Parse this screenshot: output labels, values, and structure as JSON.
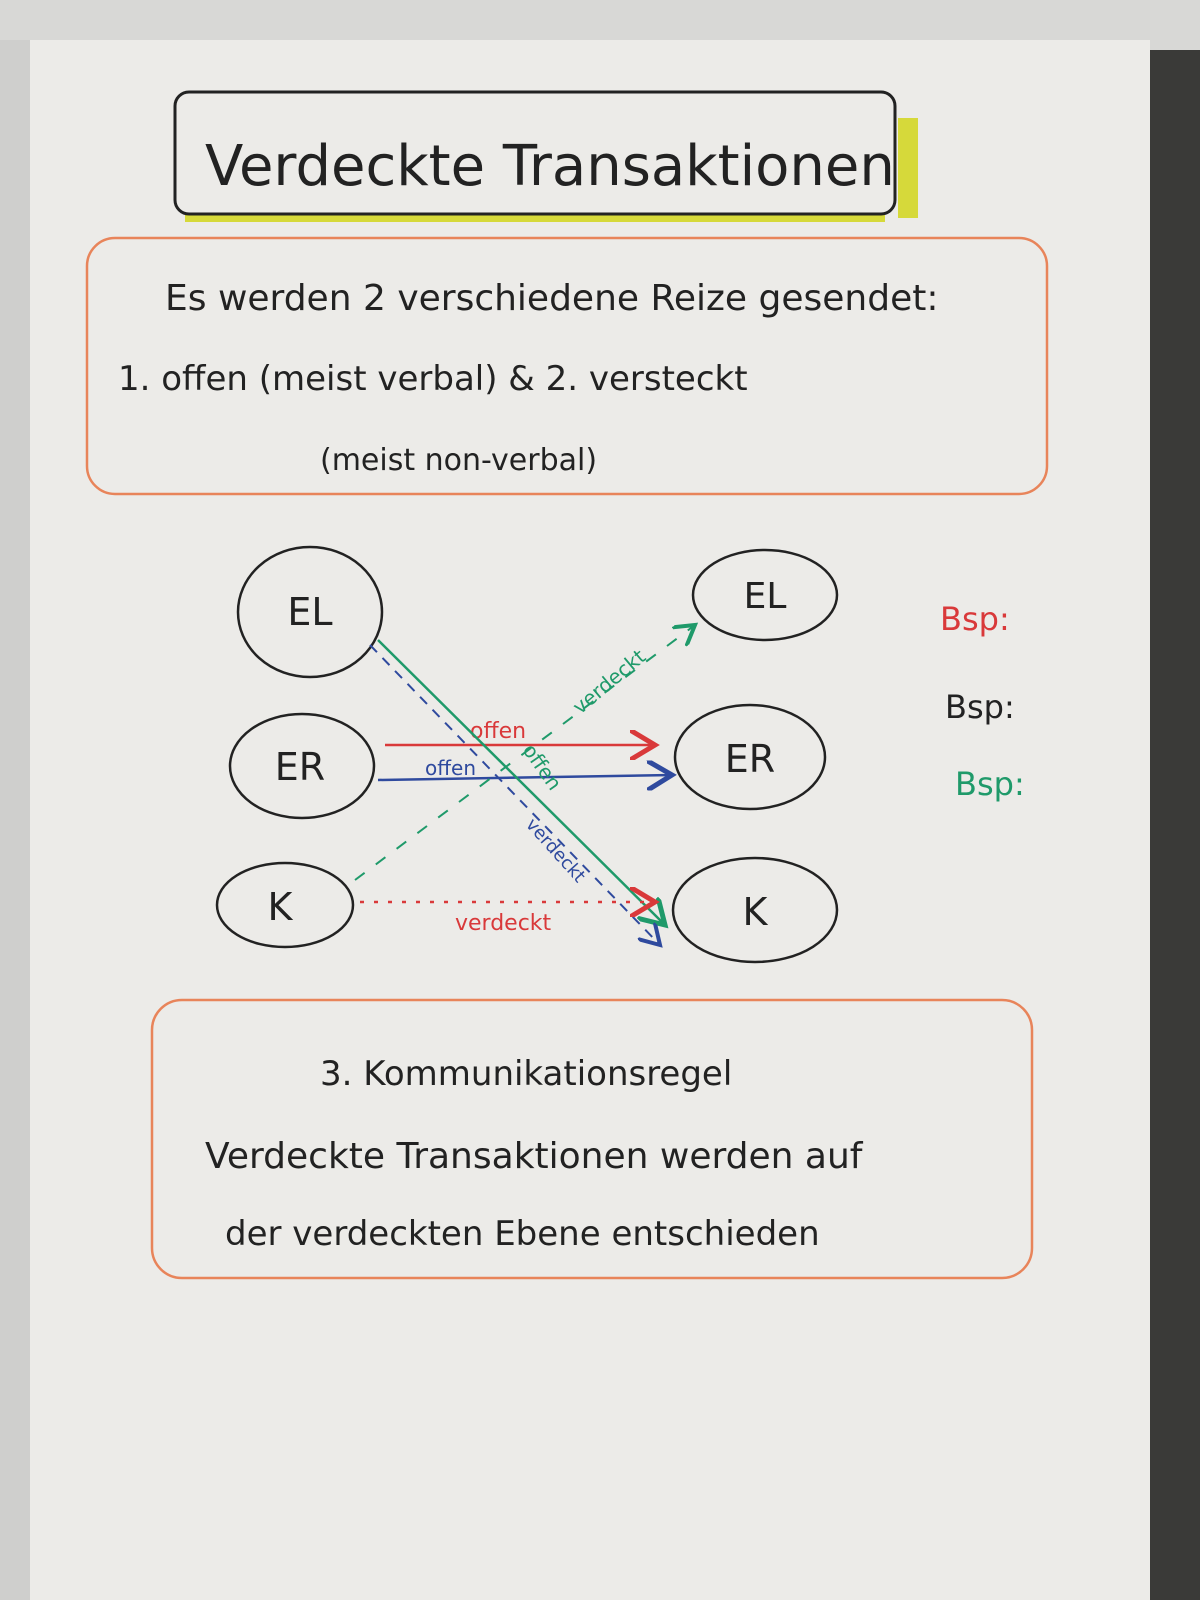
{
  "title": "Verdeckte Transaktionen",
  "intro": {
    "line1": "Es werden 2 verschiedene Reize gesendet:",
    "line2": "1. offen (meist verbal) & 2. versteckt",
    "line3": "(meist non-verbal)"
  },
  "diagram": {
    "left_nodes": [
      "EL",
      "ER",
      "K"
    ],
    "right_nodes": [
      "EL",
      "ER",
      "K"
    ],
    "arrows": [
      {
        "from": "ER",
        "to": "ER",
        "label": "offen",
        "color": "#d9393a",
        "style": "solid"
      },
      {
        "from": "ER",
        "to": "ER",
        "label": "offen",
        "color": "#2f4a9e",
        "style": "solid"
      },
      {
        "from": "EL",
        "to": "K",
        "label": "offen",
        "color": "#1f9a6a",
        "style": "solid"
      },
      {
        "from": "EL",
        "to": "K",
        "label": "verdeckt",
        "color": "#2f4a9e",
        "style": "dashed"
      },
      {
        "from": "K",
        "to": "EL",
        "label": "verdeckt",
        "color": "#1f9a6a",
        "style": "dashed"
      },
      {
        "from": "K",
        "to": "K",
        "label": "verdeckt",
        "color": "#d9393a",
        "style": "dotted"
      }
    ],
    "examples": [
      {
        "label": "Bsp:",
        "color": "#d9393a"
      },
      {
        "label": "Bsp:",
        "color": "#222222"
      },
      {
        "label": "Bsp:",
        "color": "#1f9a6a"
      }
    ]
  },
  "rule": {
    "heading": "3. Kommunikationsregel",
    "line1": "Verdeckte Transaktionen werden auf",
    "line2": "der verdeckten Ebene entschieden"
  },
  "colors": {
    "paper": "#ecebe8",
    "box": "#e8845a",
    "highlight": "#d6d93a",
    "ink": "#222222"
  }
}
